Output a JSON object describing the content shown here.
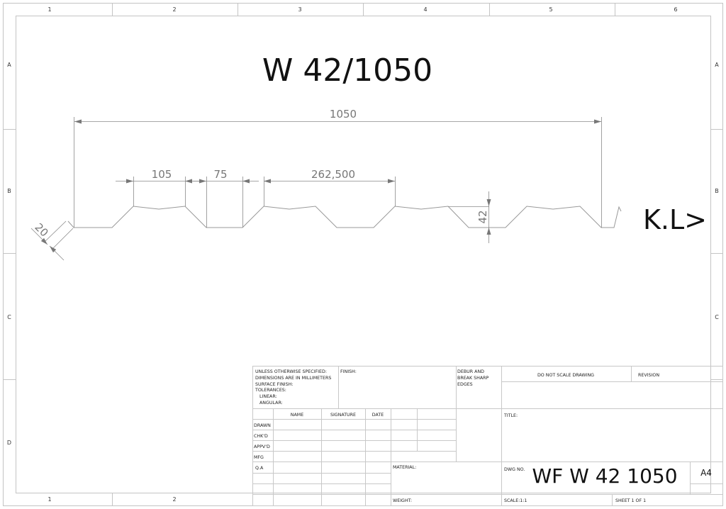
{
  "sheet": {
    "columns": [
      "1",
      "2",
      "3",
      "4",
      "5",
      "6"
    ],
    "rows": [
      "A",
      "B",
      "C",
      "D"
    ],
    "bottom_columns": [
      "1",
      "2"
    ]
  },
  "drawing": {
    "title": "W 42/1050",
    "side_label": "K.L>",
    "dimensions": {
      "overall_width": "1050",
      "crest_width": "105",
      "valley_width": "75",
      "pitch": "262,500",
      "height": "42",
      "edge": "20"
    }
  },
  "title_block": {
    "notes": [
      "UNLESS OTHERWISE SPECIFIED:",
      "DIMENSIONS ARE IN MILLIMETERS",
      "SURFACE FINISH:",
      "TOLERANCES:",
      "LINEAR:",
      "ANGULAR:"
    ],
    "finish_label": "FINISH:",
    "debur": [
      "DEBUR AND",
      "BREAK SHARP",
      "EDGES"
    ],
    "do_not_scale": "DO NOT SCALE DRAWING",
    "revision_label": "REVISION",
    "headers": {
      "name": "NAME",
      "signature": "SIGNATURE",
      "date": "DATE"
    },
    "row_labels": [
      "DRAWN",
      "CHK'D",
      "APPV'D",
      "MFG",
      "Q.A"
    ],
    "material_label": "MATERIAL:",
    "weight_label": "WEIGHT:",
    "title_label": "TITLE:",
    "dwg_no_label": "DWG NO.",
    "dwg_no": "WF W 42 1050",
    "size": "A4",
    "scale": "SCALE:1:1",
    "sheet": "SHEET 1 OF 1"
  }
}
